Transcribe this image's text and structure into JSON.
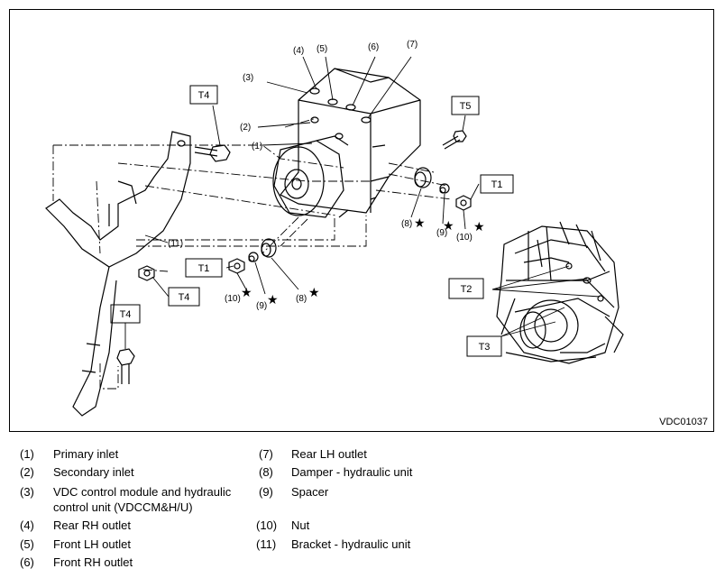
{
  "figure_id": "VDC01037",
  "callouts": {
    "c1": "(1)",
    "c2": "(2)",
    "c3": "(3)",
    "c4": "(4)",
    "c5": "(5)",
    "c6": "(6)",
    "c7": "(7)",
    "c8a": "(8)",
    "c8b": "(8)",
    "c9a": "(9)",
    "c9b": "(9)",
    "c10a": "(10)",
    "c10b": "(10)",
    "c11": "(11)"
  },
  "torque_labels": {
    "t1a": "T1",
    "t1b": "T1",
    "t2": "T2",
    "t3": "T3",
    "t4a": "T4",
    "t4b": "T4",
    "t4c": "T4",
    "t5": "T5"
  },
  "star_symbol": "★",
  "legend": [
    {
      "num": "(1)",
      "text": "Primary inlet"
    },
    {
      "num": "(2)",
      "text": "Secondary inlet"
    },
    {
      "num": "(3)",
      "text": "VDC control module and hydraulic",
      "text2": "control unit (VDCCM&H/U)"
    },
    {
      "num": "(4)",
      "text": "Rear RH outlet"
    },
    {
      "num": "(5)",
      "text": "Front LH outlet"
    },
    {
      "num": "(6)",
      "text": "Front RH outlet"
    },
    {
      "num": "(7)",
      "text": "Rear LH outlet"
    },
    {
      "num": "(8)",
      "text": "Damper - hydraulic unit"
    },
    {
      "num": "(9)",
      "text": "Spacer"
    },
    {
      "num": "(10)",
      "text": "Nut"
    },
    {
      "num": "(11)",
      "text": "Bracket - hydraulic unit"
    }
  ]
}
